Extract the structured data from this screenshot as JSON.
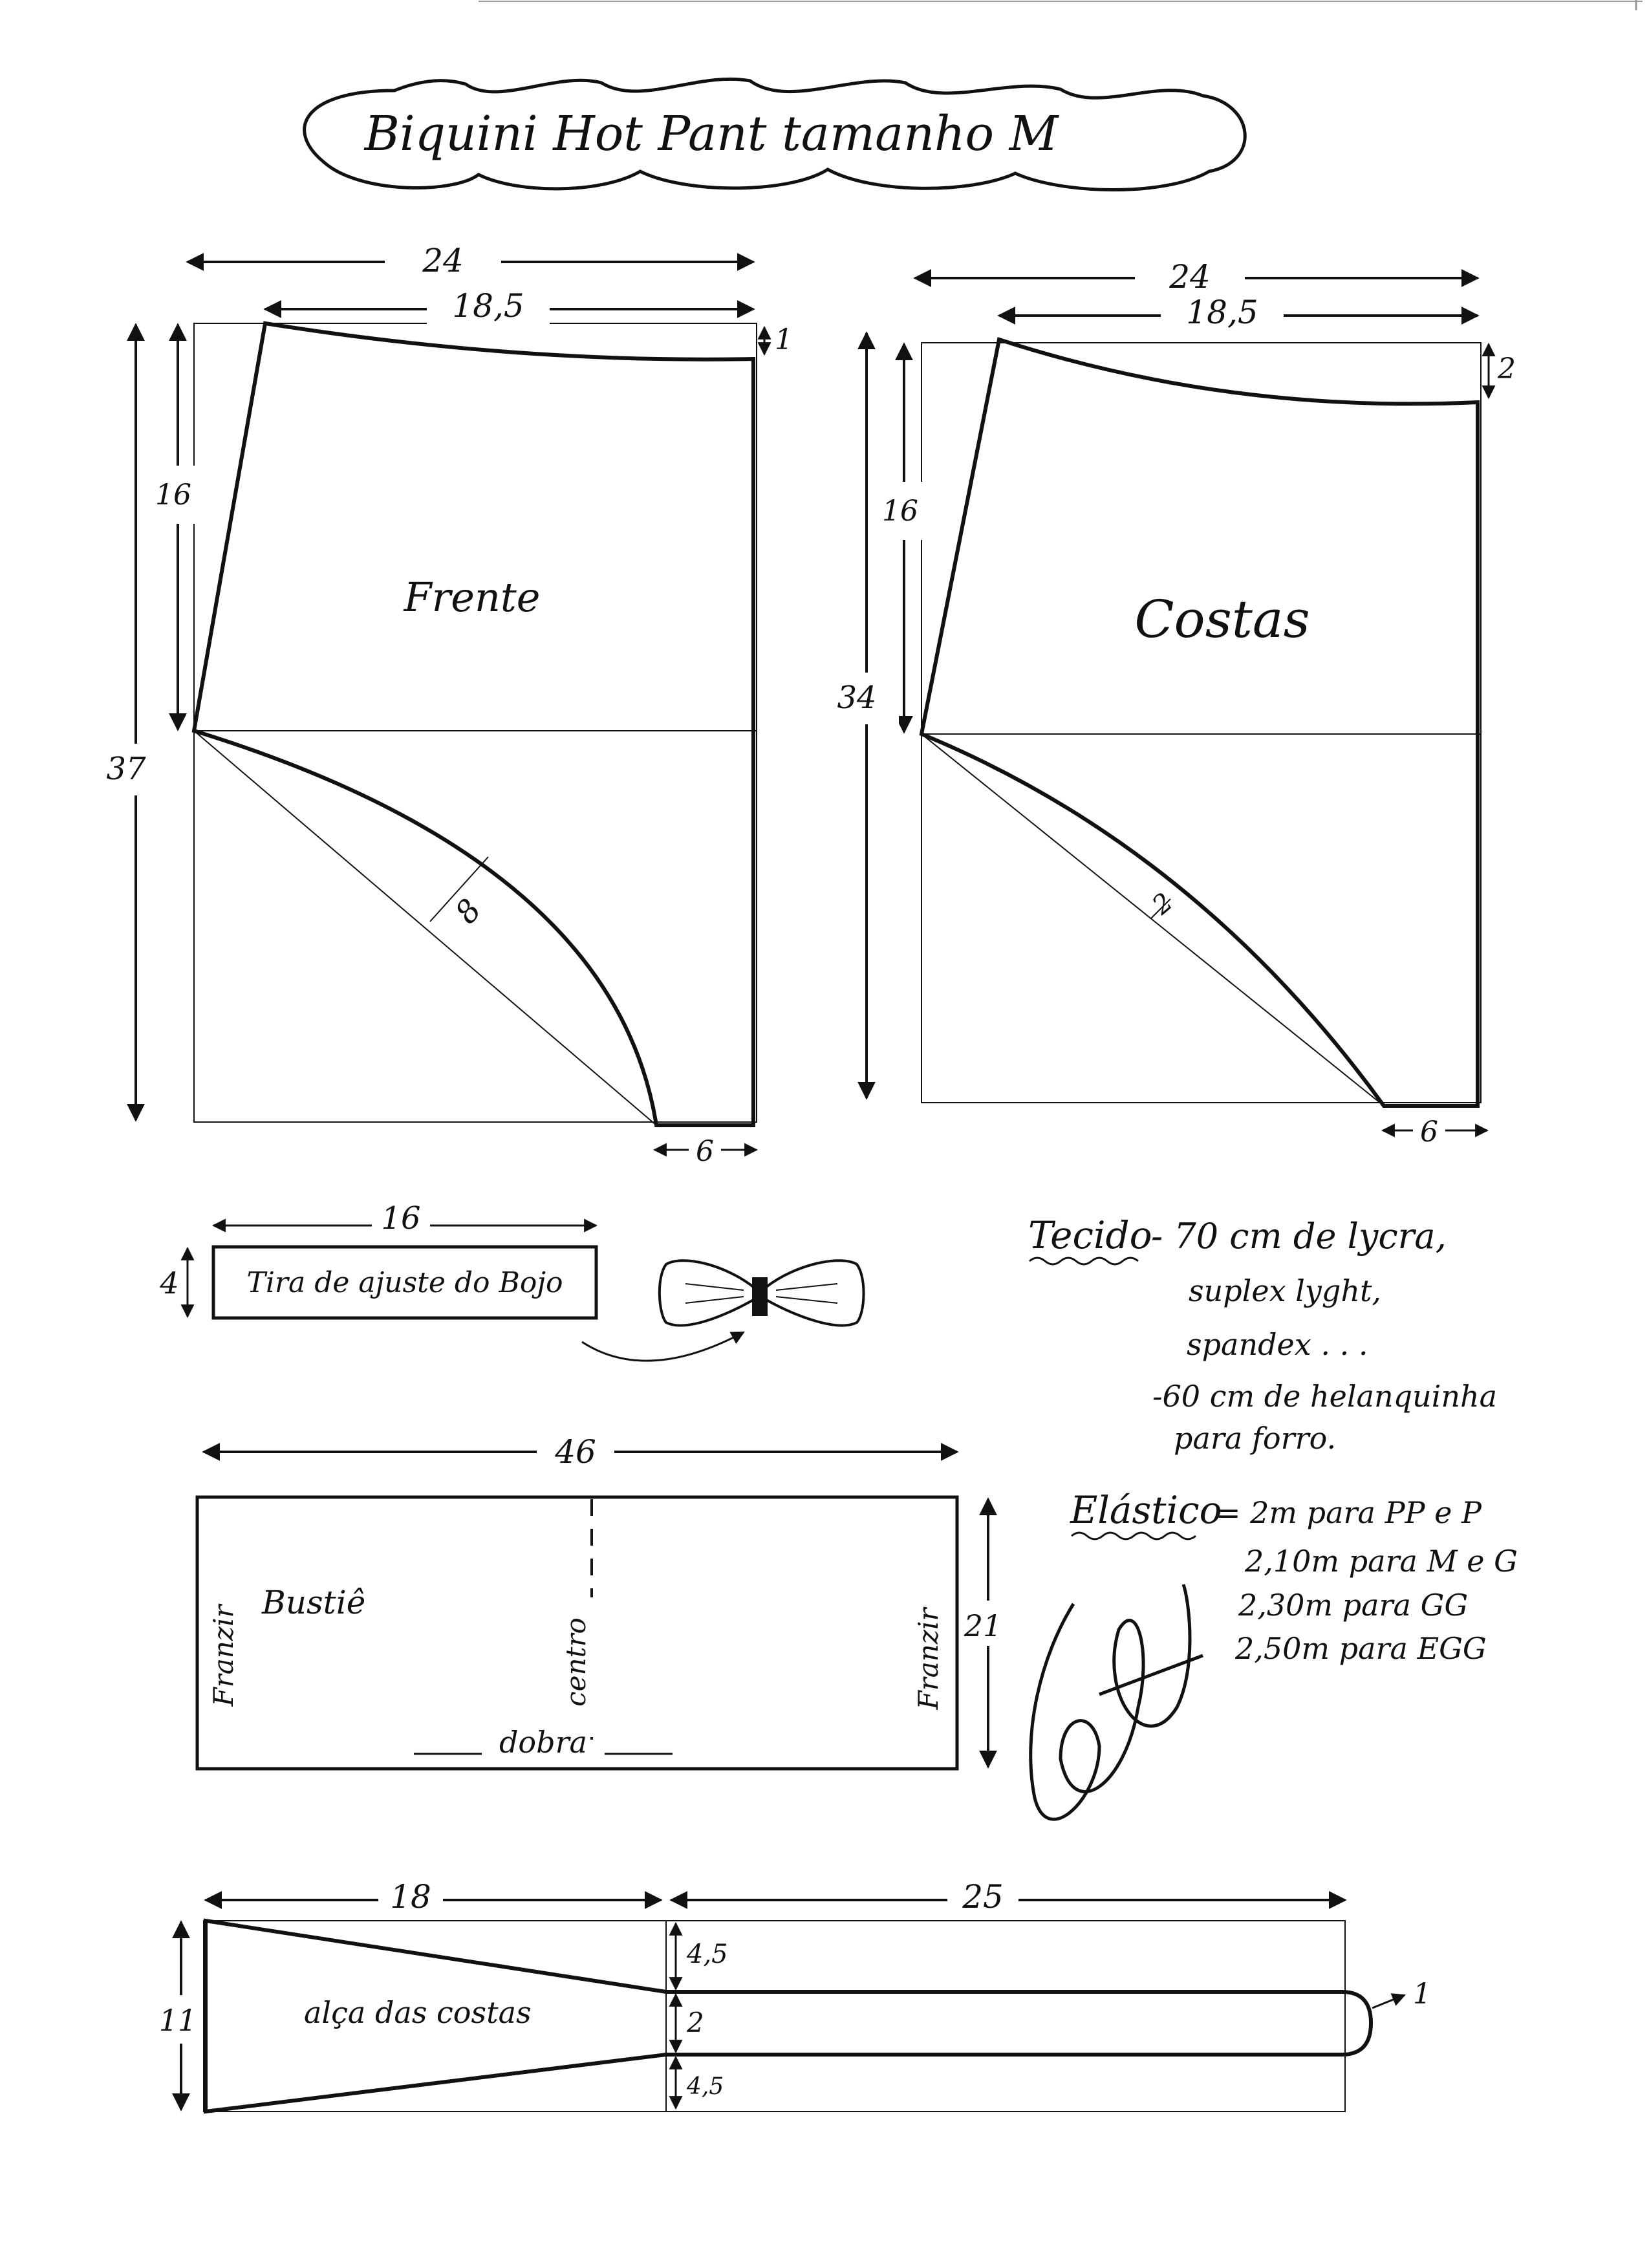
{
  "title": "Biquini Hot Pant tamanho M",
  "signature": "Marlene Mukai",
  "colors": {
    "ink": "#111111",
    "paper": "#ffffff"
  },
  "front_panel": {
    "name": "Frente",
    "width": "24",
    "top_width": "18,5",
    "offset": "1",
    "upper_height": "16",
    "total_height": "37",
    "curve_depth": "8",
    "bottom_width": "6"
  },
  "back_panel": {
    "name": "Costas",
    "width": "24",
    "top_width": "18,5",
    "offset": "2",
    "upper_height": "16",
    "total_height": "34",
    "curve_depth": "2",
    "bottom_width": "6"
  },
  "strip": {
    "label": "Tira de ajuste do Bojo",
    "length": "16",
    "height": "4"
  },
  "fabric": {
    "heading": "Tecido",
    "lines": [
      "- 70 cm de lycra,",
      "suplex lyght,",
      "spandex . . .",
      "-60 cm de helanquinha",
      "para forro."
    ]
  },
  "elastic": {
    "heading": "Elástico",
    "lines": [
      "= 2m para PP e P",
      "2,10m para M e G",
      "2,30m para GG",
      "2,50m para EGG"
    ]
  },
  "bustier": {
    "label": "Bustiê",
    "width": "46",
    "height": "21",
    "left_side": "Franzir",
    "right_side": "Franzir",
    "center": "centro",
    "fold": "dobra"
  },
  "strap": {
    "label": "alça das costas",
    "first_length": "18",
    "second_length": "25",
    "height": "11",
    "top_gap": "4,5",
    "middle_width": "2",
    "bottom_gap": "4,5",
    "tip": "1"
  }
}
